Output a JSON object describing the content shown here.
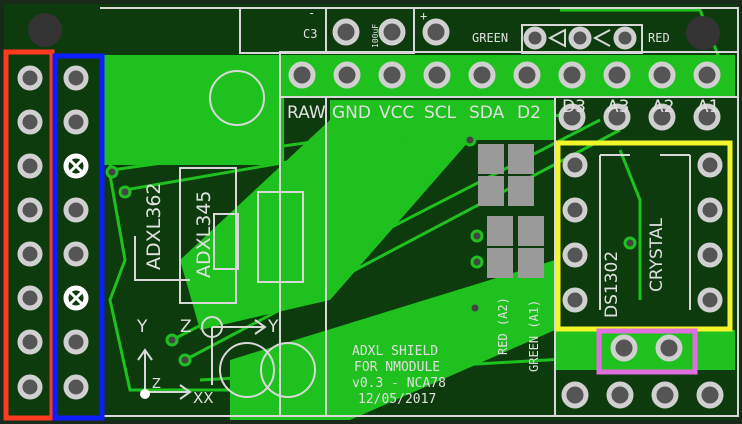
{
  "board": {
    "colors": {
      "background": "#1a2a1a",
      "board": "#0d3b0d",
      "copper": "#1fc11f",
      "silk": "#e0e0e0",
      "highlight_red": "#ff3b1f",
      "highlight_blue": "#0a1eff",
      "highlight_yellow": "#f4f42a",
      "highlight_magenta": "#e06ee0"
    },
    "capacitor": {
      "ref": "C3",
      "value": "100uF",
      "minus": "-",
      "plus": "+"
    },
    "led": {
      "left_label": "GREEN",
      "right_label": "RED"
    },
    "header_labels": [
      "RAW",
      "GND",
      "VCC",
      "SCL",
      "SDA",
      "D2",
      "D3",
      "A3",
      "A2",
      "A1"
    ],
    "chips": {
      "adxl362": "ADXL362",
      "adxl345": "ADXL345",
      "rtc": "DS1302",
      "crystal": "CRYSTAL"
    },
    "led_pins": {
      "red": "RED (A2)",
      "green": "GREEN (A1)"
    },
    "axes": {
      "y": "Y",
      "z": "Z",
      "x": "X",
      "xx": "XX"
    },
    "info": {
      "line1": "ADXL SHIELD",
      "line2": "FOR NMODULE",
      "line3": "v0.3 - NCA78",
      "line4": "12/05/2017"
    }
  }
}
